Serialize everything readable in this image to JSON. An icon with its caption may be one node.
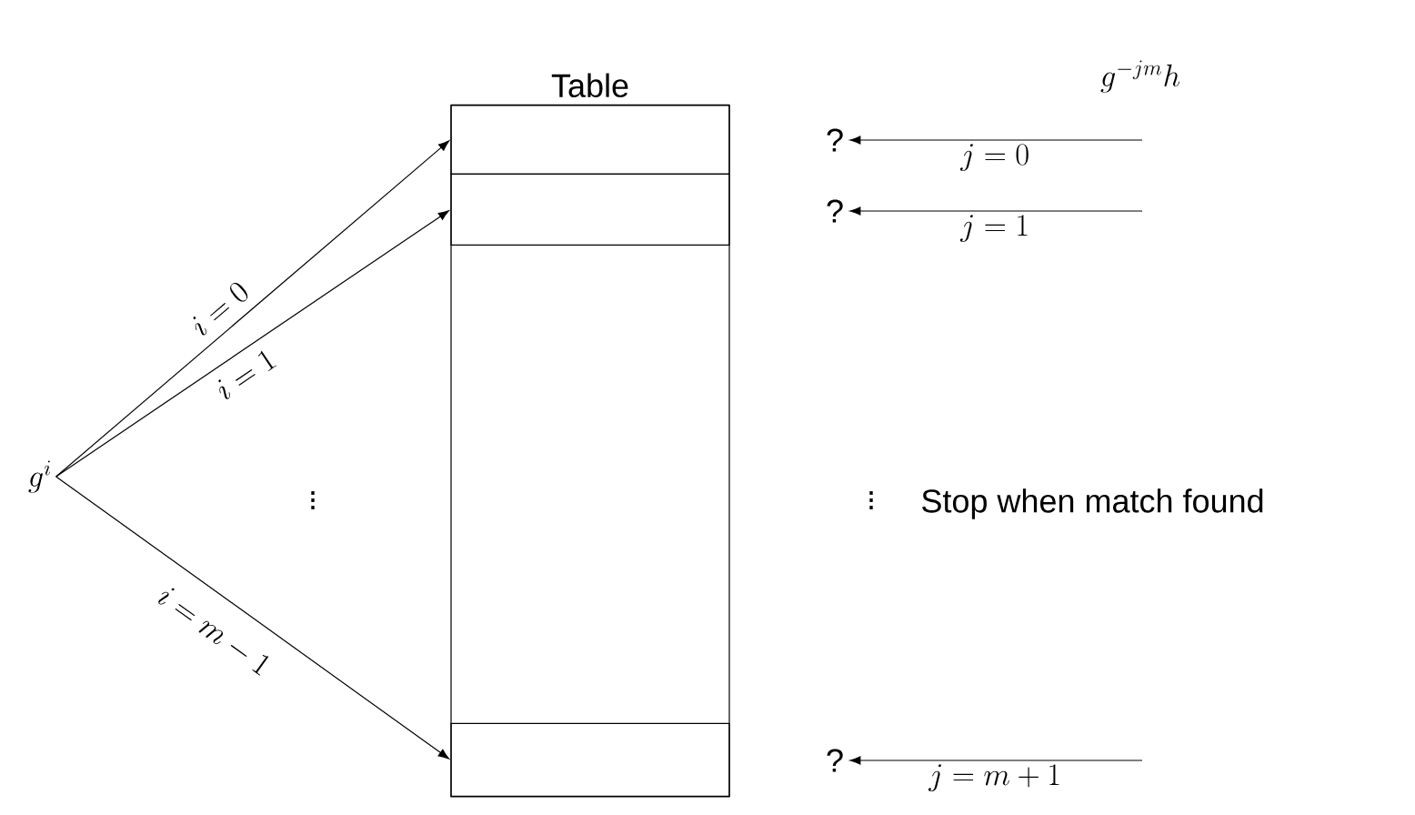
{
  "diagram": {
    "nodes": [
      {
        "text": [
          "Table"
        ]
      },
      {
        "text": [],
        "shape": "box",
        "in": 0
      },
      {
        "text": [],
        "shape": "box",
        "in": 0
      },
      {
        "text": [],
        "shape": "box",
        "in": 0
      },
      {
        "text": [
          "g^i"
        ]
      },
      {
        "text": [
          "?"
        ]
      },
      {
        "text": [
          "?"
        ]
      },
      {
        "text": [
          "?"
        ]
      }
    ],
    "edges": [
      {
        "from": 4,
        "to": 1,
        "arrow": "to",
        "label": "i=0"
      },
      {
        "from": 4,
        "to": 2,
        "arrow": "to",
        "label": "i=1"
      },
      {
        "from": 4,
        "to": 3,
        "arrow": "to",
        "label": "i=m-1"
      },
      {
        "from": null,
        "to": 5,
        "arrow": "to",
        "label": "j=0"
      },
      {
        "from": null,
        "to": 6,
        "arrow": "to",
        "label": "j=1"
      },
      {
        "from": null,
        "to": 7,
        "arrow": "to",
        "label": "j=m+1"
      }
    ],
    "labels": [
      "g^{-jm}h",
      "\\vdots",
      "\\vdots",
      "Stop when match found"
    ]
  }
}
